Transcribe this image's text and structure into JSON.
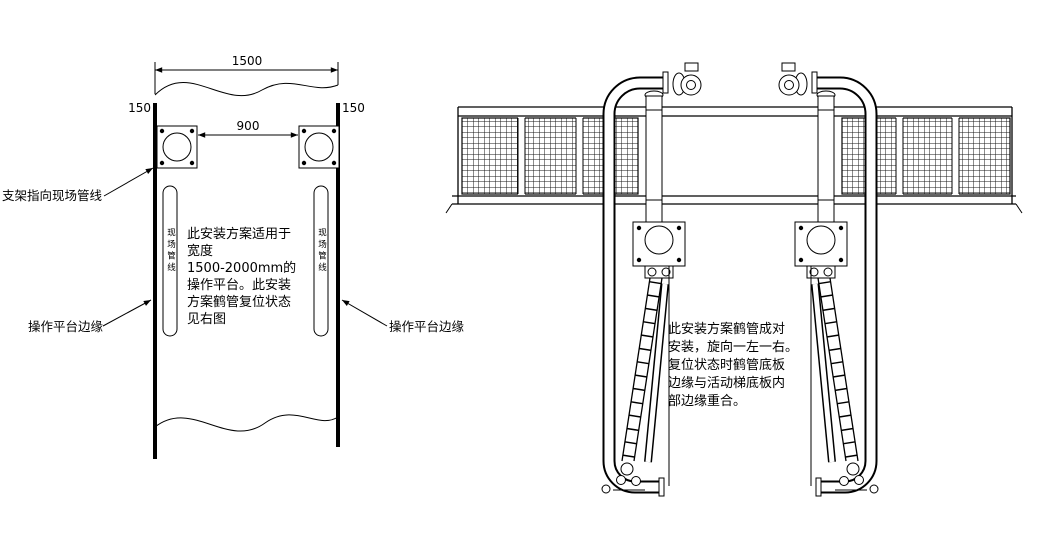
{
  "plan_view": {
    "dims": {
      "total_width": "1500",
      "left_offset": "150",
      "center_span": "900",
      "right_offset": "150"
    },
    "labels": {
      "bracket_direction": "支架指向现场管线",
      "platform_edge_left": "操作平台边缘",
      "platform_edge_right": "操作平台边缘",
      "pipe_left": "现场管线",
      "pipe_right": "现场管线"
    },
    "note_lines": [
      "此安装方案适用于",
      "宽度",
      "1500-2000mm的",
      "操作平台。此安装",
      "方案鹤管复位状态",
      "见右图"
    ]
  },
  "elevation_view": {
    "note_lines": [
      "此安装方案鹤管成对",
      "安装，旋向一左一右。",
      "复位状态时鹤管底板",
      "边缘与活动梯底板内",
      "部边缘重合。"
    ]
  },
  "colors": {
    "line": "#000000",
    "background": "#ffffff"
  }
}
